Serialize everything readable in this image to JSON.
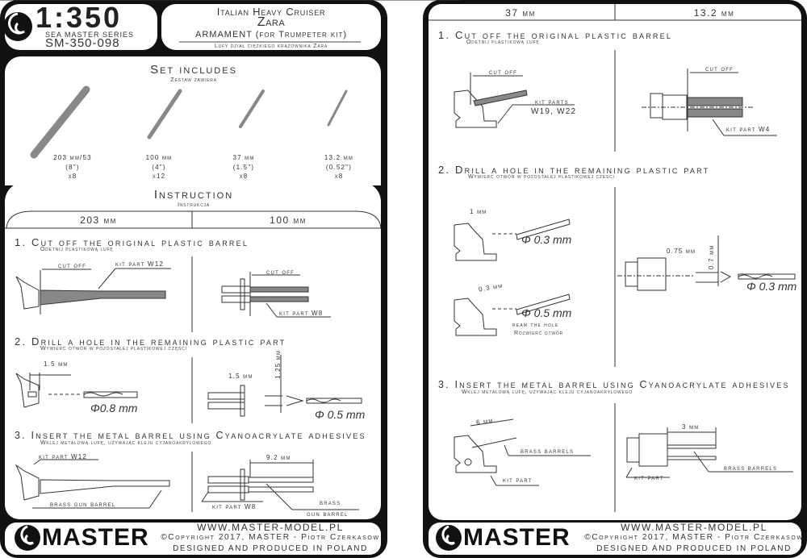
{
  "left": {
    "header": {
      "scale": "1:350",
      "series": "SEA MASTER SERIES",
      "code": "SM-350-098",
      "ship_class": "Italian Heavy Cruiser",
      "ship_name": "Zara",
      "subject": "ARMAMENT (for Trumpeter kit)",
      "subject_pl": "Lufy dział ciężkiego krążownika Zara"
    },
    "set": {
      "title": "Set includes",
      "title_pl": "Zestaw zawiera",
      "items": [
        {
          "caliber": "203 mm/53",
          "inch": "(8\")",
          "qty": "x8"
        },
        {
          "caliber": "100 mm",
          "inch": "(4\")",
          "qty": "x12"
        },
        {
          "caliber": "37 mm",
          "inch": "(1.5\")",
          "qty": "x8"
        },
        {
          "caliber": "13.2 mm",
          "inch": "(0.52\")",
          "qty": "x8"
        }
      ]
    },
    "instruction": {
      "title": "Instruction",
      "title_pl": "Instrukcja",
      "columns": [
        "203 mm",
        "100 mm"
      ],
      "steps": [
        {
          "title": "1. Cut off the original plastic barrel",
          "sub": "Odetnij plastikową lufę"
        },
        {
          "title": "2. Drill a hole in the remaining plastic part",
          "sub": "Wywierć otwór w pozostałej plastikowej części"
        },
        {
          "title": "3. Insert the metal barrel using Cyanoacrylate adhesives",
          "sub": "Wklej metalową lufę, używając kleju cyjanoakrylowego"
        }
      ],
      "labels": {
        "cut_off_a": "cut off",
        "kit_w12_a": "kit part W12",
        "cut_off_b": "cut off",
        "kit_w8_a": "kit part W8",
        "dim_15a": "1.5 mm",
        "drill_08": "Φ0.8 mm",
        "dim_15b": "1.5 mm",
        "dim_125": "1.25 mm",
        "drill_05": "Φ 0.5 mm",
        "kit_w12_b": "kit part W12",
        "brass_gun_barrel": "brass gun barrel",
        "dim_92": "9.2 mm",
        "kit_w8_b": "kit part W8",
        "brass": "brass",
        "gun_barrel": "gun barrel"
      }
    },
    "footer": {
      "logo": "MASTER",
      "url": "WWW.MASTER-MODEL.PL",
      "copyright": "©Copyright 2017, MASTER - Piotr Czerkasow",
      "made": "DESIGNED AND PRODUCED IN POLAND"
    }
  },
  "right": {
    "columns": [
      "37 mm",
      "13.2 mm"
    ],
    "steps": [
      {
        "title": "1. Cut off the original plastic barrel",
        "sub": "Odetnij plastikową lufę"
      },
      {
        "title": "2. Drill a hole in the remaining plastic part",
        "sub": "Wywierć otwór w pozostałej plastikowej czesci"
      },
      {
        "title": "3. Insert the metal barrel using Cyanoacrylate adhesives",
        "sub": "Wklej metalową lufę, używając kleju cyjanoakrylowego"
      }
    ],
    "labels": {
      "cut_off_a": "cut off",
      "kit_parts": "kit parts",
      "kit_parts_ids": "W19, W22",
      "cut_off_b": "cut off",
      "kit_w4": "kit part W4",
      "dim_1": "1 mm",
      "drill_03a": "Φ 0.3 mm",
      "dim_03": "0.3 mm",
      "drill_05": "Φ 0.5 mm",
      "ream": "ream the hole",
      "ream_pl": "Rozwierć otwór",
      "dim_075": "0.75 mm",
      "dim_07": "0.7 mm",
      "drill_03b": "Φ 0.3 mm",
      "dim_6": "6 mm",
      "brass_barrels_a": "brass barrels",
      "kit_part_a": "kit part",
      "dim_3": "3 mm",
      "brass_barrels_b": "brass barrels",
      "kit_part_b": "kit part"
    },
    "footer": {
      "logo": "MASTER",
      "url": "WWW.MASTER-MODEL.PL",
      "copyright": "©Copyright 2017, MASTER - Piotr Czerkasow",
      "made": "DESIGNED AND PRODUCED IN POLAND"
    }
  }
}
